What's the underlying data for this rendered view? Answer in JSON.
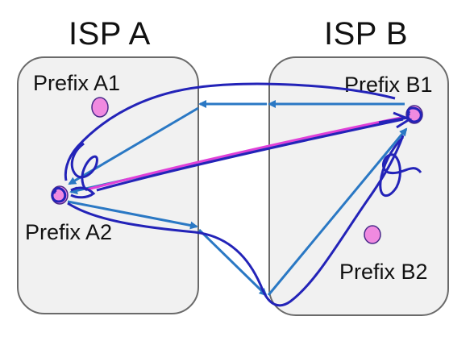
{
  "isps": {
    "a": {
      "title": "ISP A",
      "prefixes": [
        "Prefix A1",
        "Prefix A2"
      ]
    },
    "b": {
      "title": "ISP B",
      "prefixes": [
        "Prefix B1",
        "Prefix B2"
      ]
    }
  },
  "colors": {
    "box_fill": "#f1f1f1",
    "box_border": "#6a6a6a",
    "node_fill": "#f08ae0",
    "node_stroke": "#4a2a8a",
    "arrow_teal": "#2a78c4",
    "ink_navy": "#2323b8",
    "ink_magenta": "#e040d8"
  }
}
